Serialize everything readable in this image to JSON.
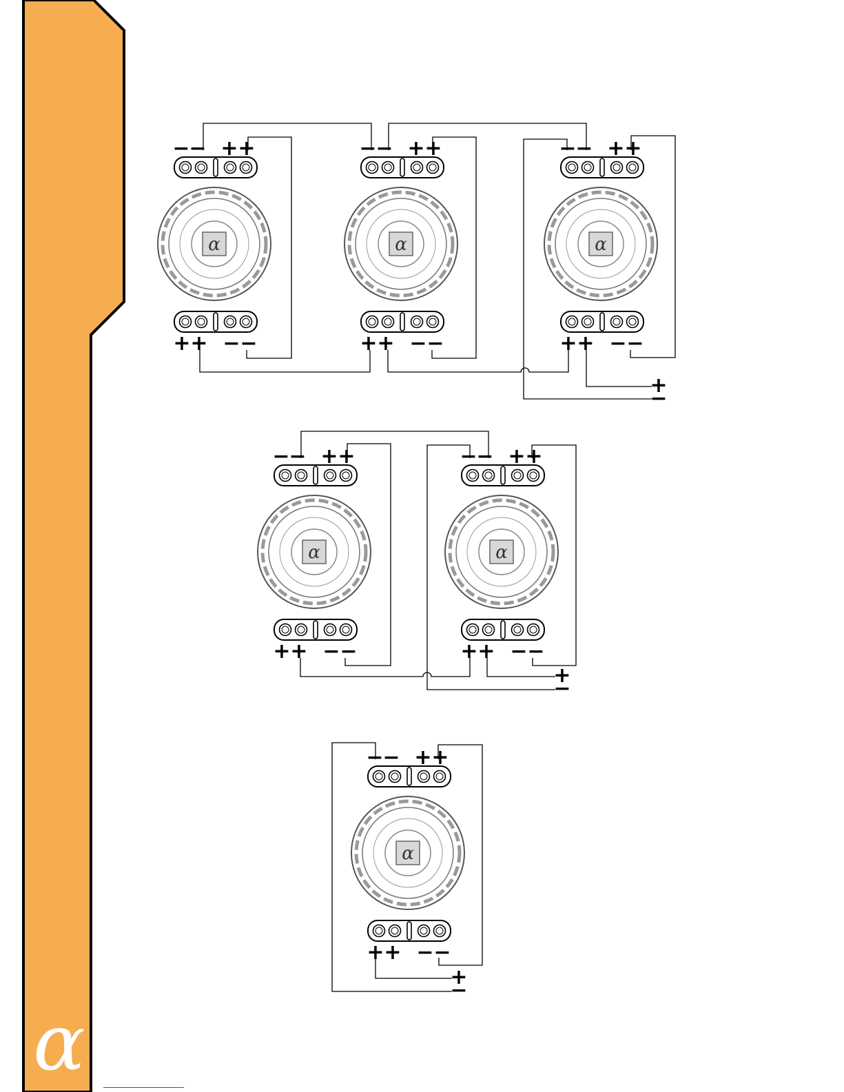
{
  "brand": {
    "logo_glyph": "α",
    "sidebar_color": "#F5AD50",
    "outline_color": "#000000"
  },
  "speaker_badge": "α",
  "polarity": {
    "plus": "+",
    "minus": "−"
  },
  "terminal_labels": {
    "top": [
      "−",
      "−",
      "+",
      "+"
    ],
    "bottom": [
      "+",
      "+",
      "−",
      "−"
    ]
  },
  "diagrams": [
    {
      "id": "three-speaker",
      "speaker_count": 3
    },
    {
      "id": "two-speaker",
      "speaker_count": 2
    },
    {
      "id": "one-speaker",
      "speaker_count": 1
    }
  ],
  "amp_terminals": [
    "+",
    "−"
  ]
}
